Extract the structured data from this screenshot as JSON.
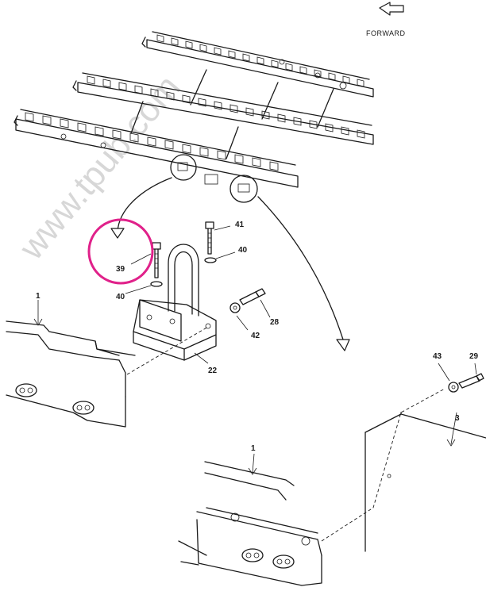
{
  "direction_label": "FORWARD",
  "watermark": "www.tpub.com",
  "callouts": {
    "c1a": "1",
    "c1b": "1",
    "c3": "3",
    "c22": "22",
    "c28": "28",
    "c29": "29",
    "c39": "39",
    "c40a": "40",
    "c40b": "40",
    "c41": "41",
    "c42": "42",
    "c43": "43"
  },
  "highlight": {
    "target": "39",
    "color": "#e0218a"
  }
}
